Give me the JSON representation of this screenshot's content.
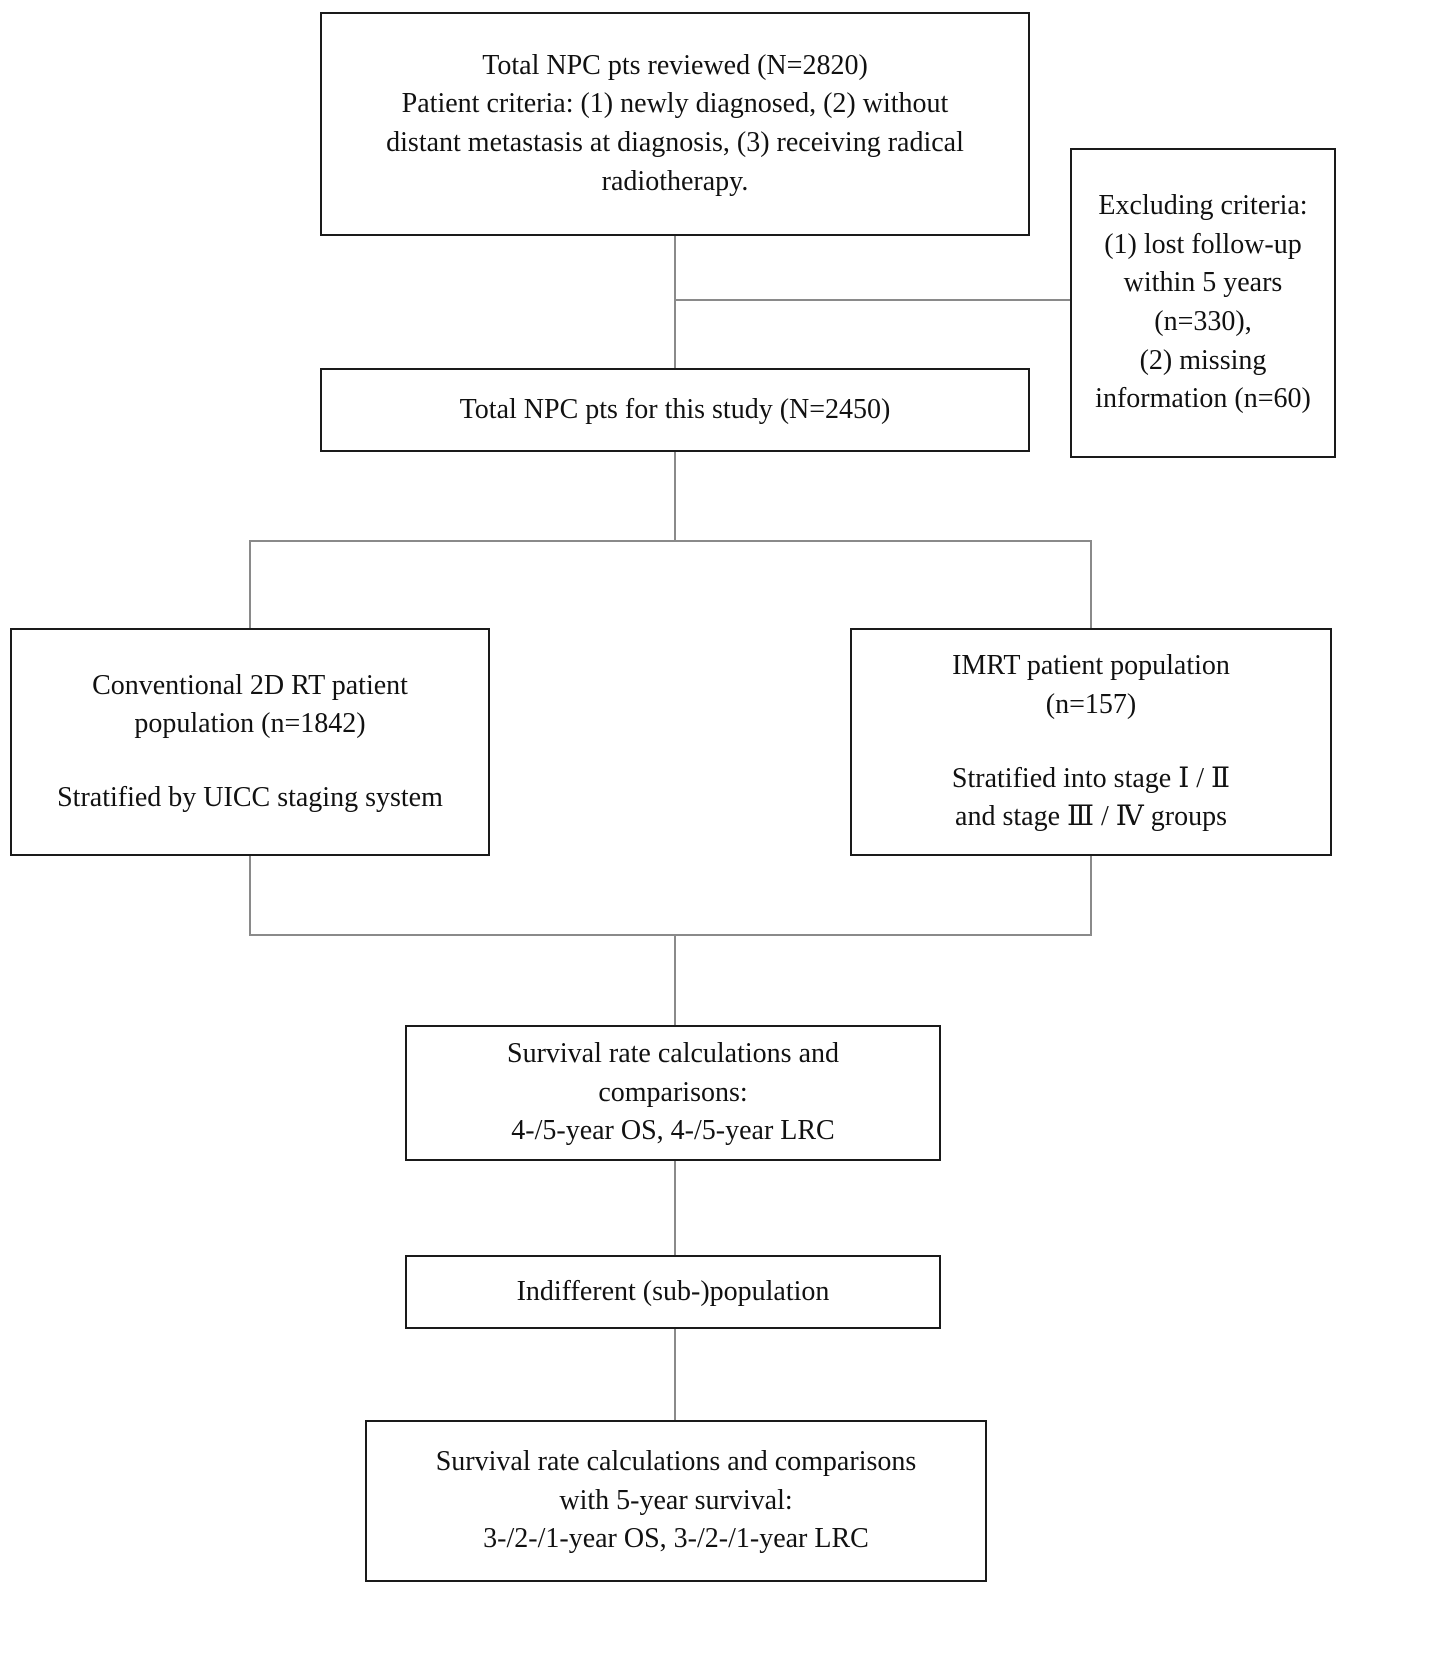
{
  "diagram": {
    "type": "flowchart",
    "background_color": "#ffffff",
    "box_border_color": "#1a1a1a",
    "connector_color": "#8a8a8a",
    "text_color": "#111111"
  },
  "nodes": {
    "reviewed": {
      "line1": "Total NPC pts reviewed (N=2820)",
      "body": "Patient criteria: (1) newly diagnosed, (2) without\ndistant metastasis at diagnosis, (3) receiving radical\nradiotherapy."
    },
    "excluding": {
      "text": "Excluding criteria:\n(1) lost follow-up\nwithin 5 years\n(n=330),\n(2) missing\ninformation (n=60)"
    },
    "study_total": {
      "text": "Total NPC pts for this study (N=2450)"
    },
    "rt2d": {
      "line1": "Conventional 2D RT patient\npopulation (n=1842)",
      "line2": "Stratified by UICC staging system"
    },
    "imrt": {
      "line1": "IMRT patient population\n(n=157)",
      "line2": "Stratified into stage Ⅰ / Ⅱ\nand stage Ⅲ / Ⅳ groups"
    },
    "survival_45": {
      "line1": "Survival rate  calculations and\ncomparisons:",
      "line2": "4-/5-year OS, 4-/5-year LRC"
    },
    "indifferent": {
      "text": "Indifferent (sub-)population"
    },
    "survival_321": {
      "text": "Survival rate  calculations and comparisons\nwith 5-year survival:\n3-/2-/1-year OS, 3-/2-/1-year LRC"
    }
  }
}
